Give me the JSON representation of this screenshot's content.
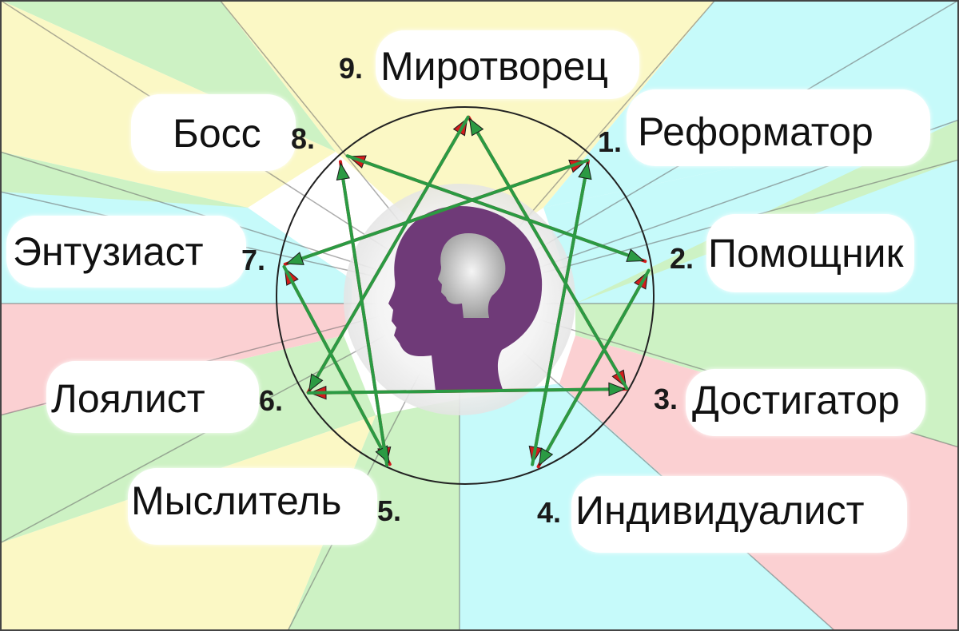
{
  "colors": {
    "yellow": "#fbf8c5",
    "cyan": "#c6fafa",
    "green": "#cdf2c4",
    "pink": "#fbd0d2",
    "arrow_red": "#d21c1c",
    "arrow_green": "#2b9a43",
    "head": "#6f3a78",
    "circle": "#222222"
  },
  "center_icon": "head-profile-icon",
  "types": [
    {
      "number": "9.",
      "name": "Миротворец"
    },
    {
      "number": "1.",
      "name": "Реформатор"
    },
    {
      "number": "2.",
      "name": "Помощник"
    },
    {
      "number": "3.",
      "name": "Достигатор"
    },
    {
      "number": "4.",
      "name": "Индивидуалист"
    },
    {
      "number": "5.",
      "name": "Мыслитель"
    },
    {
      "number": "6.",
      "name": "Лоялист"
    },
    {
      "number": "7.",
      "name": "Энтузиаст"
    },
    {
      "number": "8.",
      "name": "Босс"
    }
  ],
  "red_arrows": [
    {
      "from": "9",
      "to": "3"
    },
    {
      "from": "3",
      "to": "6"
    },
    {
      "from": "6",
      "to": "9"
    },
    {
      "from": "1",
      "to": "4"
    },
    {
      "from": "4",
      "to": "2"
    },
    {
      "from": "2",
      "to": "8"
    },
    {
      "from": "8",
      "to": "5"
    },
    {
      "from": "5",
      "to": "7"
    },
    {
      "from": "7",
      "to": "1"
    }
  ],
  "green_arrows": [
    {
      "from": "9",
      "to": "6"
    },
    {
      "from": "6",
      "to": "3"
    },
    {
      "from": "3",
      "to": "9"
    },
    {
      "from": "1",
      "to": "7"
    },
    {
      "from": "7",
      "to": "5"
    },
    {
      "from": "5",
      "to": "8"
    },
    {
      "from": "8",
      "to": "2"
    },
    {
      "from": "2",
      "to": "4"
    },
    {
      "from": "4",
      "to": "1"
    }
  ]
}
